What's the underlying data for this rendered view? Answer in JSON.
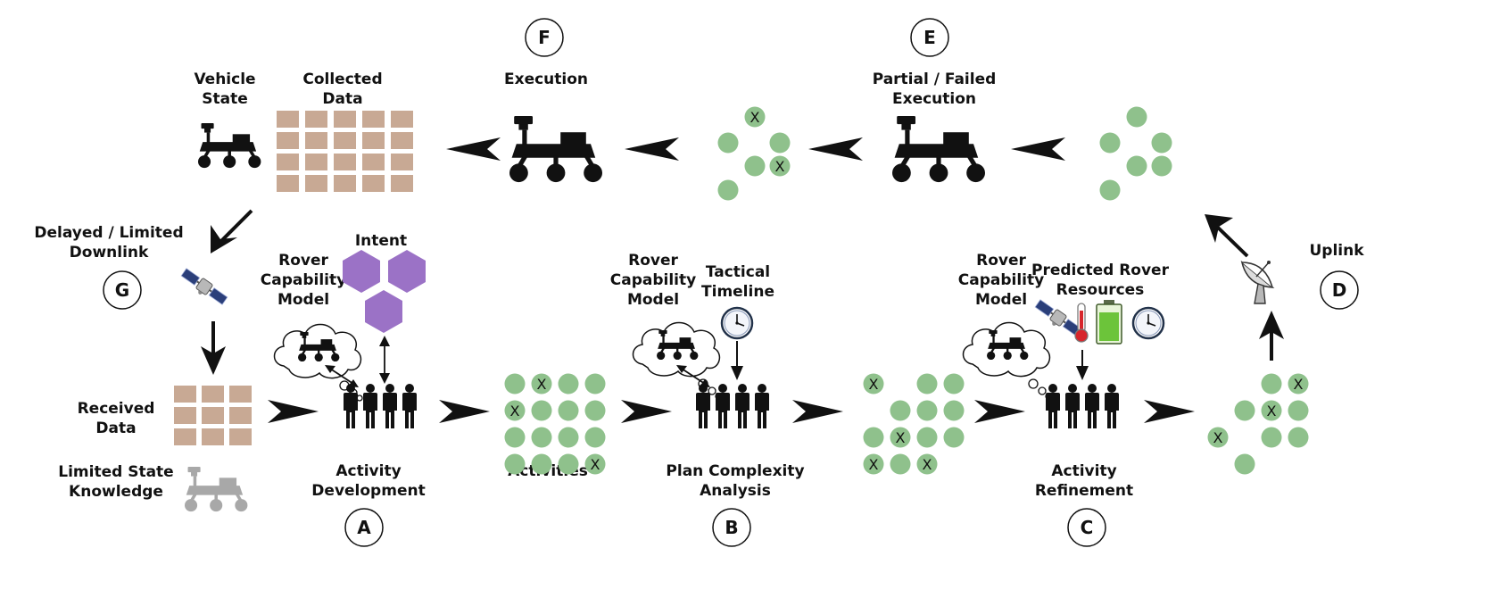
{
  "labels": {
    "vehicle_state": [
      "Vehicle",
      "State"
    ],
    "collected_data": [
      "Collected",
      "Data"
    ],
    "execution": [
      "Execution"
    ],
    "partial_failed_execution": [
      "Partial / Failed",
      "Execution"
    ],
    "delayed_limited_downlink": [
      "Delayed / Limited",
      "Downlink"
    ],
    "uplink": [
      "Uplink"
    ],
    "intent": [
      "Intent"
    ],
    "rover_capability_model_a": [
      "Rover",
      "Capability",
      "Model"
    ],
    "rover_capability_model_b": [
      "Rover",
      "Capability",
      "Model"
    ],
    "rover_capability_model_c": [
      "Rover",
      "Capability",
      "Model"
    ],
    "tactical_timeline": [
      "Tactical",
      "Timeline"
    ],
    "predicted_rover_resources": [
      "Predicted Rover",
      "Resources"
    ],
    "received_data": [
      "Received",
      "Data"
    ],
    "limited_state_knowledge": [
      "Limited State",
      "Knowledge"
    ],
    "activity_development": [
      "Activity",
      "Development"
    ],
    "activities": [
      "Activities"
    ],
    "plan_complexity_analysis": [
      "Plan Complexity",
      "Analysis"
    ],
    "activity_refinement": [
      "Activity",
      "Refinement"
    ]
  },
  "stage_letters": {
    "a": "A",
    "b": "B",
    "c": "C",
    "d": "D",
    "e": "E",
    "f": "F",
    "g": "G"
  },
  "failed_mark": "X",
  "colors": {
    "activity_green": "#8fc18c",
    "intent_purple": "#9b72c6",
    "data_tan": "#c8a994",
    "rover_black": "#111111",
    "rover_gray": "#a8a8a8",
    "arrow_black": "#111111"
  },
  "icons": [
    "rover-icon",
    "satellite-icon",
    "satellite-dish-icon",
    "thought-cloud-icon",
    "team-icon",
    "clock-icon",
    "thermometer-icon",
    "battery-icon"
  ]
}
